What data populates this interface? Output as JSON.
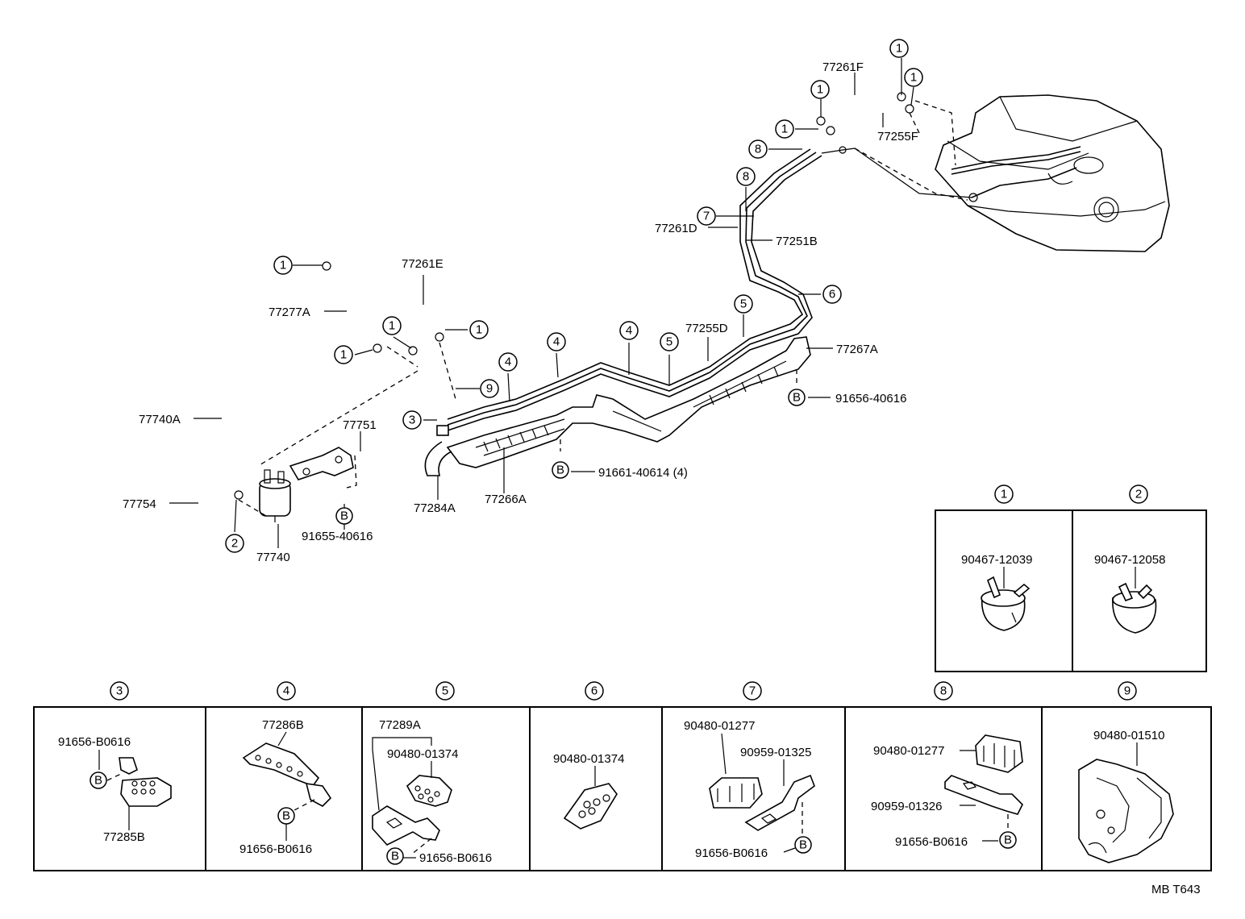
{
  "main_labels": {
    "p77261F": "77261F",
    "p77255F": "77255F",
    "p77261D": "77261D",
    "p77251B": "77251B",
    "p77255D": "77255D",
    "p77267A": "77267A",
    "p91656_40616": "91656-40616",
    "p77261E": "77261E",
    "p77277A": "77277A",
    "p77740A": "77740A",
    "p77751": "77751",
    "p77754": "77754",
    "p77740": "77740",
    "p91655_40616": "91655-40616",
    "p77284A": "77284A",
    "p77266A": "77266A",
    "p91661_40614": "91661-40614 (4)"
  },
  "callout_numbers": {
    "n1": "1",
    "n2": "2",
    "n3": "3",
    "n4": "4",
    "n5": "5",
    "n6": "6",
    "n7": "7",
    "n8": "8",
    "n9": "9",
    "bolt": "B"
  },
  "detail_panels": {
    "p1": {
      "number": "1",
      "part": "90467-12039"
    },
    "p2": {
      "number": "2",
      "part": "90467-12058"
    },
    "p3": {
      "number": "3",
      "parts": [
        "91656-B0616",
        "77285B"
      ]
    },
    "p4": {
      "number": "4",
      "parts": [
        "77286B",
        "91656-B0616"
      ]
    },
    "p5": {
      "number": "5",
      "parts": [
        "77289A",
        "90480-01374",
        "91656-B0616"
      ]
    },
    "p6": {
      "number": "6",
      "parts": [
        "90480-01374"
      ]
    },
    "p7": {
      "number": "7",
      "parts": [
        "90480-01277",
        "90959-01325",
        "91656-B0616"
      ]
    },
    "p8": {
      "number": "8",
      "parts": [
        "90480-01277",
        "90959-01326",
        "91656-B0616"
      ]
    },
    "p9": {
      "number": "9",
      "parts": [
        "90480-01510"
      ]
    }
  },
  "figure_code": "MB T643"
}
